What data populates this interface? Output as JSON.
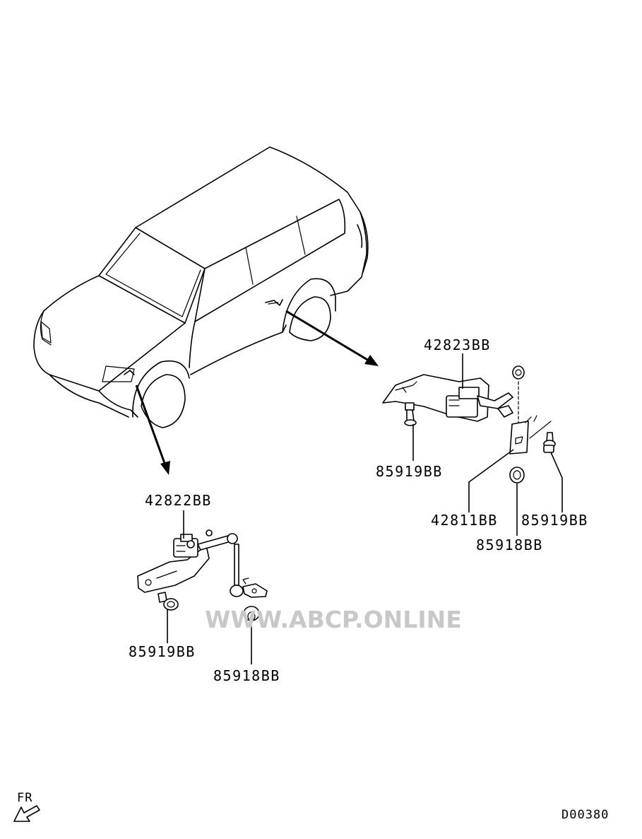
{
  "labels": {
    "rear_sensor": "42823BB",
    "rear_bolt_left": "85919BB",
    "rear_link": "42811BB",
    "rear_bolt_right": "85919BB",
    "rear_nut": "85918BB",
    "front_sensor": "42822BB",
    "front_bolt": "85919BB",
    "front_nut": "85918BB"
  },
  "watermark": "WWW.ABCP.ONLINE",
  "direction_label": "FR",
  "diagram_code": "D00380"
}
